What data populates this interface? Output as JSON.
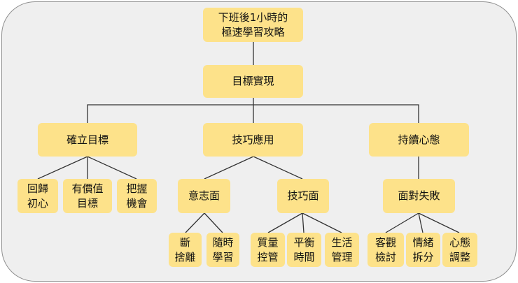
{
  "diagram": {
    "colors": {
      "node_fill": "#fde28a",
      "line": "#333333",
      "background": "#efefef",
      "border": "#8f8f8f"
    },
    "root": {
      "label": "下班後1小時的\n極速學習攻略"
    },
    "level1": {
      "label": "目標實現"
    },
    "branches": [
      {
        "label": "確立目標",
        "leaves": [
          "回歸\n初心",
          "有價值\n目標",
          "把握\n機會"
        ]
      },
      {
        "label": "技巧應用",
        "sub": [
          {
            "label": "意志面",
            "leaves": [
              "斷\n捨離",
              "隨時\n學習"
            ]
          },
          {
            "label": "技巧面",
            "leaves": [
              "質量\n控管",
              "平衡\n時間",
              "生活\n管理"
            ]
          }
        ]
      },
      {
        "label": "持續心態",
        "sub": [
          {
            "label": "面對失敗",
            "leaves": [
              "客觀\n檢討",
              "情緒\n拆分",
              "心態\n調整"
            ]
          }
        ]
      }
    ]
  }
}
